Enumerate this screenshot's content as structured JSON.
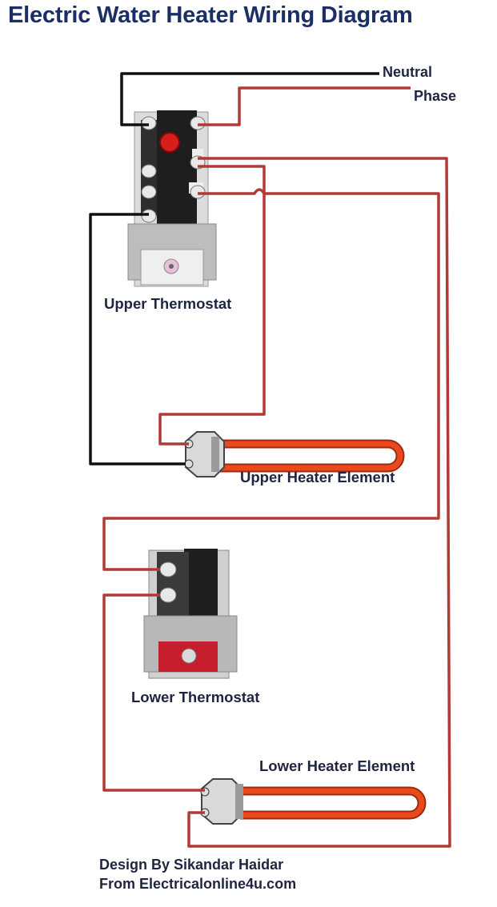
{
  "title": "Electric Water Heater Wiring Diagram",
  "supply": {
    "neutral": "Neutral",
    "phase": "Phase"
  },
  "components": {
    "upper_thermostat": "Upper Thermostat",
    "upper_heater_element": "Upper Heater Element",
    "lower_thermostat": "Lower Thermostat",
    "lower_heater_element": "Lower Heater Element"
  },
  "credits": {
    "designer": "Design By Sikandar Haidar",
    "source": "From Electricalonline4u.com"
  },
  "colors": {
    "phase_wire": "#b13a36",
    "neutral_wire": "#111111",
    "element": "#e2461a",
    "title": "#1b2f66"
  }
}
